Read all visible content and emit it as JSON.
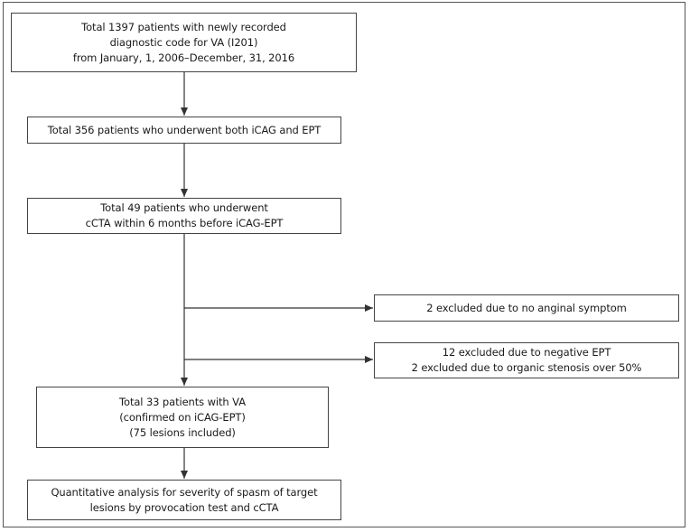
{
  "flowchart": {
    "box1": {
      "line1": "Total 1397 patients with newly recorded",
      "line2": "diagnostic code for VA (I201)",
      "line3": "from January, 1, 2006–December, 31, 2016"
    },
    "box2": {
      "line1": "Total 356 patients who underwent both iCAG and EPT"
    },
    "box3": {
      "line1": "Total 49 patients who underwent",
      "line2": "cCTA within 6 months before iCAG-EPT"
    },
    "exclusion1": {
      "line1": "2 excluded due to no anginal symptom"
    },
    "exclusion2": {
      "line1": "12 excluded due to negative EPT",
      "line2": "2 excluded due to organic stenosis over 50%"
    },
    "box4": {
      "line1": "Total 33 patients with VA",
      "line2": "(confirmed on iCAG-EPT)",
      "line3": "(75 lesions included)"
    },
    "box5": {
      "line1": "Quantitative analysis for severity of spasm of target",
      "line2": "lesions by provocation test and cCTA"
    }
  },
  "colors": {
    "line": "#333333",
    "border": "#444444"
  }
}
